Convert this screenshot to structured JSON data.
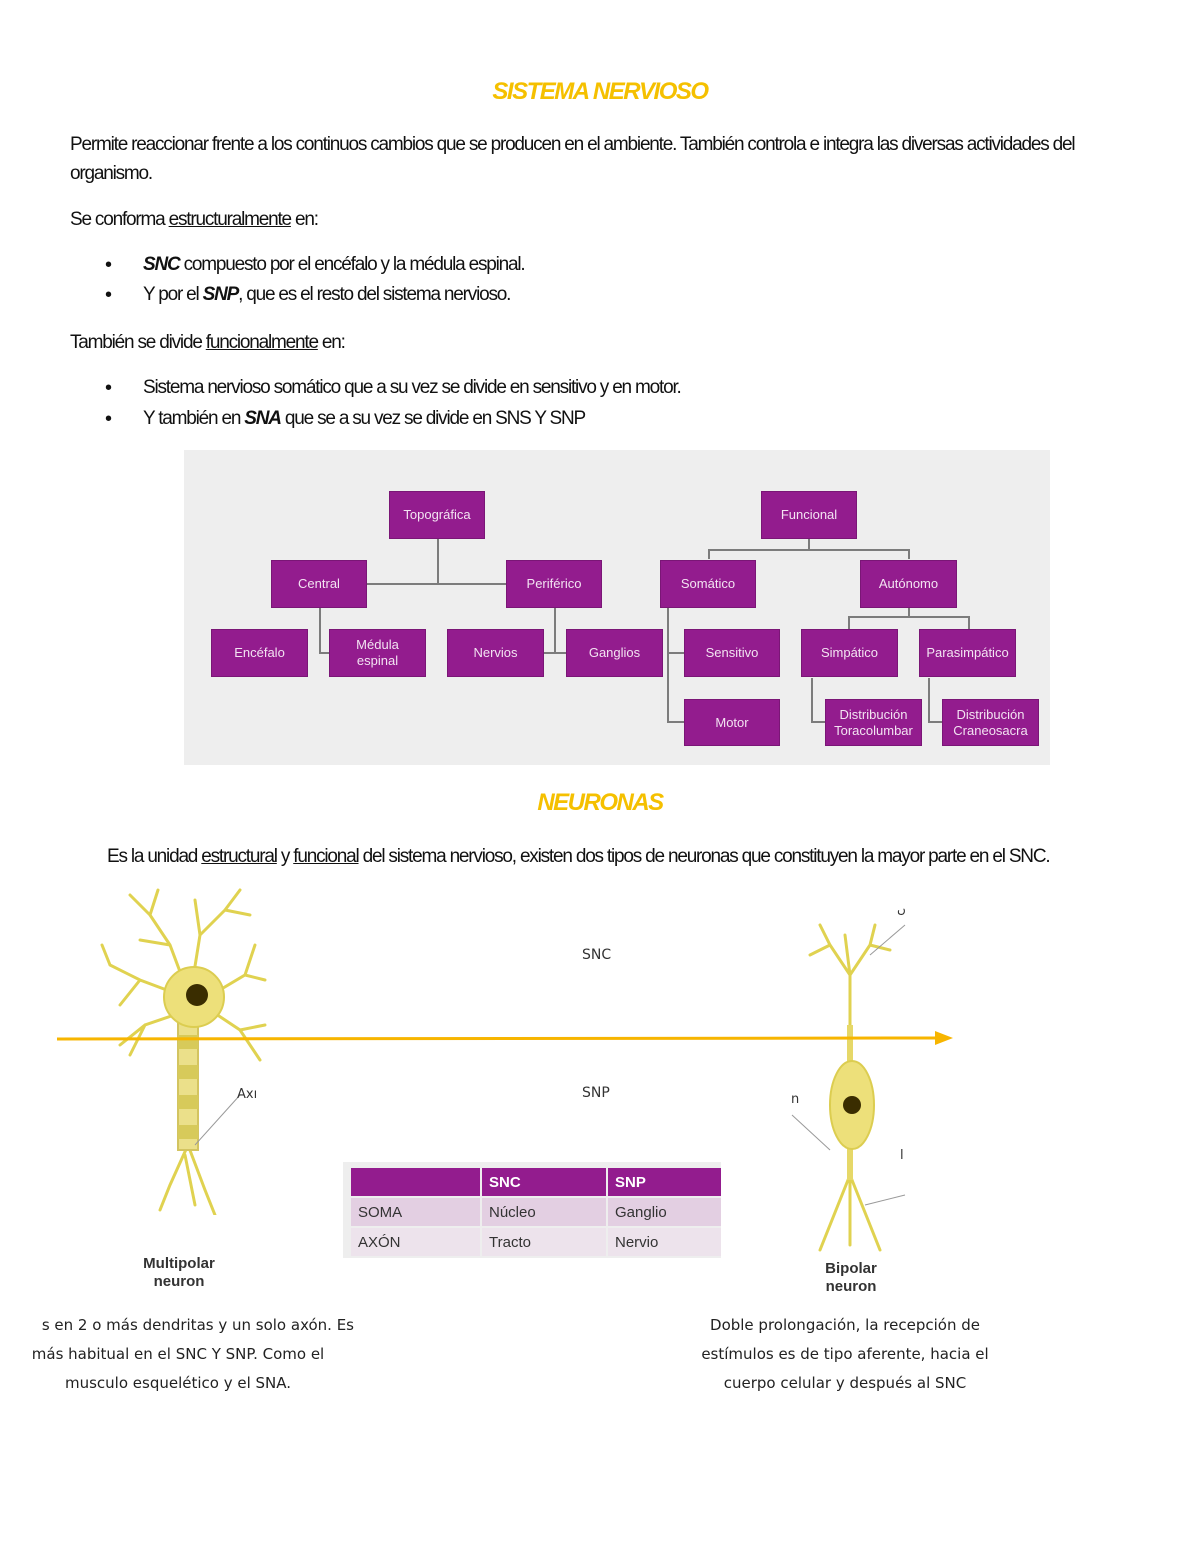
{
  "heading": "SISTEMA NERVIOSO",
  "intro": "Permite reaccionar frente a los continuos cambios que se producen en el ambiente. También controla e integra las diversas actividades del organismo.",
  "structural": {
    "lead_prefix": "Se conforma ",
    "lead_keyword": "estructuralmente",
    "lead_suffix": " en:",
    "item1_bold": "SNC",
    "item1_text": " compuesto por el encéfalo y la médula espinal.",
    "item2_prefix": "Y por el ",
    "item2_bold": "SNP",
    "item2_text": ", que es el resto del sistema nervioso."
  },
  "functional": {
    "lead_prefix": "También se divide ",
    "lead_keyword": "funcionalmente",
    "lead_suffix": " en:",
    "item1_text": "Sistema nervioso somático que a su vez se divide en sensitivo y en motor.",
    "item2_prefix": "Y también en ",
    "item2_bold": "SNA",
    "item2_text": " que se a su vez se divide en SNS Y SNP"
  },
  "diagram": {
    "topografica": "Topográfica",
    "funcional": "Funcional",
    "central": "Central",
    "periferico": "Periférico",
    "somatico": "Somático",
    "autonomo": "Autónomo",
    "encefalo": "Encéfalo",
    "medula_1": "Médula",
    "medula_2": "espinal",
    "nervios": "Nervios",
    "ganglios": "Ganglios",
    "sensitivo": "Sensitivo",
    "motor": "Motor",
    "simpatico": "Simpático",
    "parasimpatico": "Parasimpático",
    "dist_toraco_1": "Distribución",
    "dist_toraco_2": "Toracolumbar",
    "dist_craneo_1": "Distribución",
    "dist_craneo_2": "Craneosacra"
  },
  "neuronas": {
    "heading": "NEURONAS",
    "intro_prefix": "Es la unidad ",
    "intro_kw1": "estructural",
    "intro_mid": " y ",
    "intro_kw2": "funcional",
    "intro_suffix": " del sistema nervioso, existen dos tipos de neuronas que constituyen la mayor parte en el SNC.",
    "label_snc": "SNC",
    "label_snp": "SNP",
    "multipolar_1": "Multipolar",
    "multipolar_2": "neuron",
    "bipolar_1": "Bipolar",
    "bipolar_2": "neuron",
    "frag_axon": "Axı",
    "frag_n": "n",
    "frag_bar": "l",
    "frag_top": "ں"
  },
  "table": {
    "headers": [
      "",
      "SNC",
      "SNP"
    ],
    "rows": [
      [
        "SOMA",
        "Núcleo",
        "Ganglio"
      ],
      [
        "AXÓN",
        "Tracto",
        "Nervio"
      ]
    ]
  },
  "captions": {
    "left_1": "s en 2 o más dendritas y un solo axón. Es",
    "left_2": "más habitual en el SNC Y SNP. Como el",
    "left_3": "musculo esquelético y el SNA.",
    "right_1": "Doble prolongación, la recepción de",
    "right_2": "estímulos es de tipo aferente, hacia el",
    "right_3": "cuerpo celular y después al SNC"
  },
  "colors": {
    "accent_yellow": "#f5c000",
    "diagram_purple": "#931c8e",
    "arrow": "#f7b500"
  }
}
